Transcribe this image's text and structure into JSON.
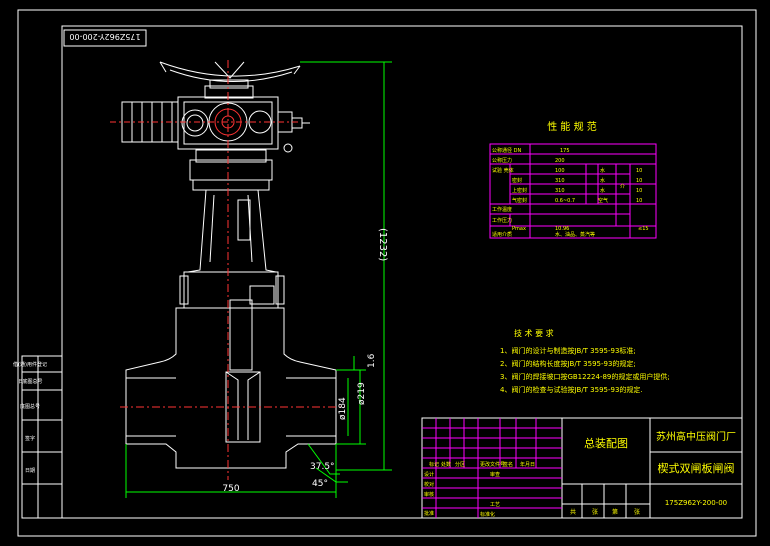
{
  "drawing": {
    "code_rotated": "175Z962Y-200-00",
    "overall_height": "(1232)",
    "width_overall": "750",
    "dim_phi219": "ø219",
    "dim_phi184": "ø184",
    "dim_16": "1.6",
    "dim_375": "37.5°",
    "dim_45": "45°"
  },
  "spec": {
    "title": "性 能 规 范",
    "rows": [
      {
        "label": "公称通径 DN",
        "value": "175"
      },
      {
        "label": "公称压力",
        "value": "200"
      },
      {
        "label": "试验 壳体",
        "value": "100"
      },
      {
        "label": "密封",
        "value": "310"
      },
      {
        "label": "上密封",
        "value": "310"
      },
      {
        "label": "气密封",
        "value": "0.6~0.7"
      }
    ],
    "right_col": [
      "水",
      "水",
      "水",
      "空气"
    ],
    "right_vals": [
      "10",
      "10",
      "10",
      "10"
    ],
    "right_label": "介",
    "extra_labels": [
      "工作温度",
      "工作压力"
    ],
    "pmax_label": "Pmax",
    "pmax_val": "10.96",
    "pmax_r": "≤15",
    "medium_label": "适用介质",
    "medium_val": "水、油品、蒸汽等"
  },
  "tech": {
    "title": "技 术 要 求",
    "items": [
      "1、阀门的设计与制造按JB/T 3595-93标准;",
      "2、阀门的结构长度按JB/T 3595-93的规定;",
      "3、阀门的焊接坡口按GB12224-89的规定或用户提供;",
      "4、阀门的检查与试验按JB/T 3595-93的规定."
    ]
  },
  "title_block": {
    "company": "苏州高中压阀门厂",
    "drawing_name": "总装配图",
    "product_name": "楔式双闸板闸阀",
    "drawing_code": "175Z962Y-200-00",
    "row_labels": [
      "设计",
      "校对",
      "审核",
      "批准"
    ],
    "bottom_labels": [
      "共",
      "张",
      "第",
      "张"
    ],
    "small_labels": [
      "标记",
      "处数",
      "分区",
      "更改文件号",
      "签名",
      "年月日"
    ],
    "left_labels": [
      "审查",
      "工艺",
      "标准化"
    ]
  },
  "side_panel": {
    "labels": [
      "借(通)用件登记",
      "旧底图总号",
      "底图总号",
      "签字",
      "日期"
    ]
  },
  "colors": {
    "frame": "#ffffff",
    "drawing": "#ffffff",
    "center": "#ff3333",
    "dimension": "#00ff00",
    "table": "#ff00ff",
    "text": "#ffff00",
    "cyan": "#00ffff"
  }
}
